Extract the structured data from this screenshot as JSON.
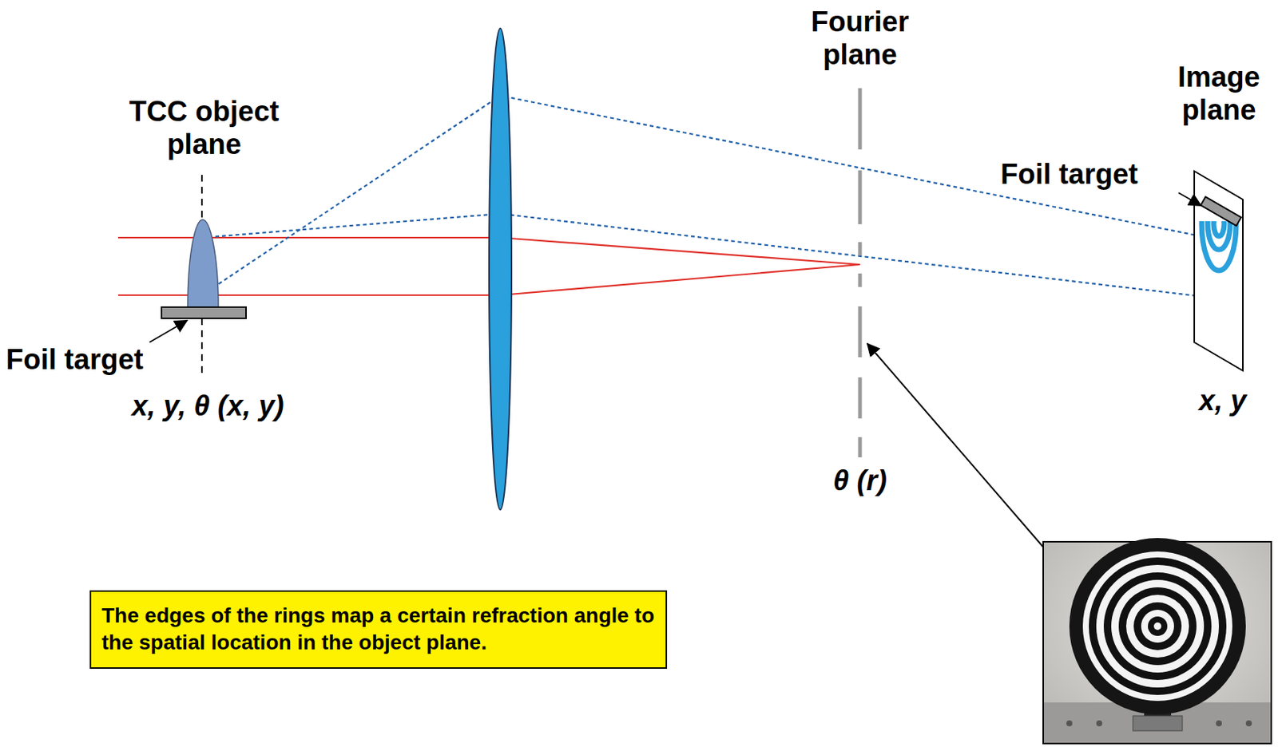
{
  "diagram": {
    "nodes": [
      {
        "text": [
          "The edges of the rings map a certain refraction angle to the spatial location in the object plane."
        ]
      }
    ],
    "labels": [
      "TCC object plane",
      "Fourier plane",
      "Image plane",
      "Foil target",
      "Foil target",
      "x, y, θ (x, y)",
      "θ (r)",
      "x, y"
    ]
  }
}
